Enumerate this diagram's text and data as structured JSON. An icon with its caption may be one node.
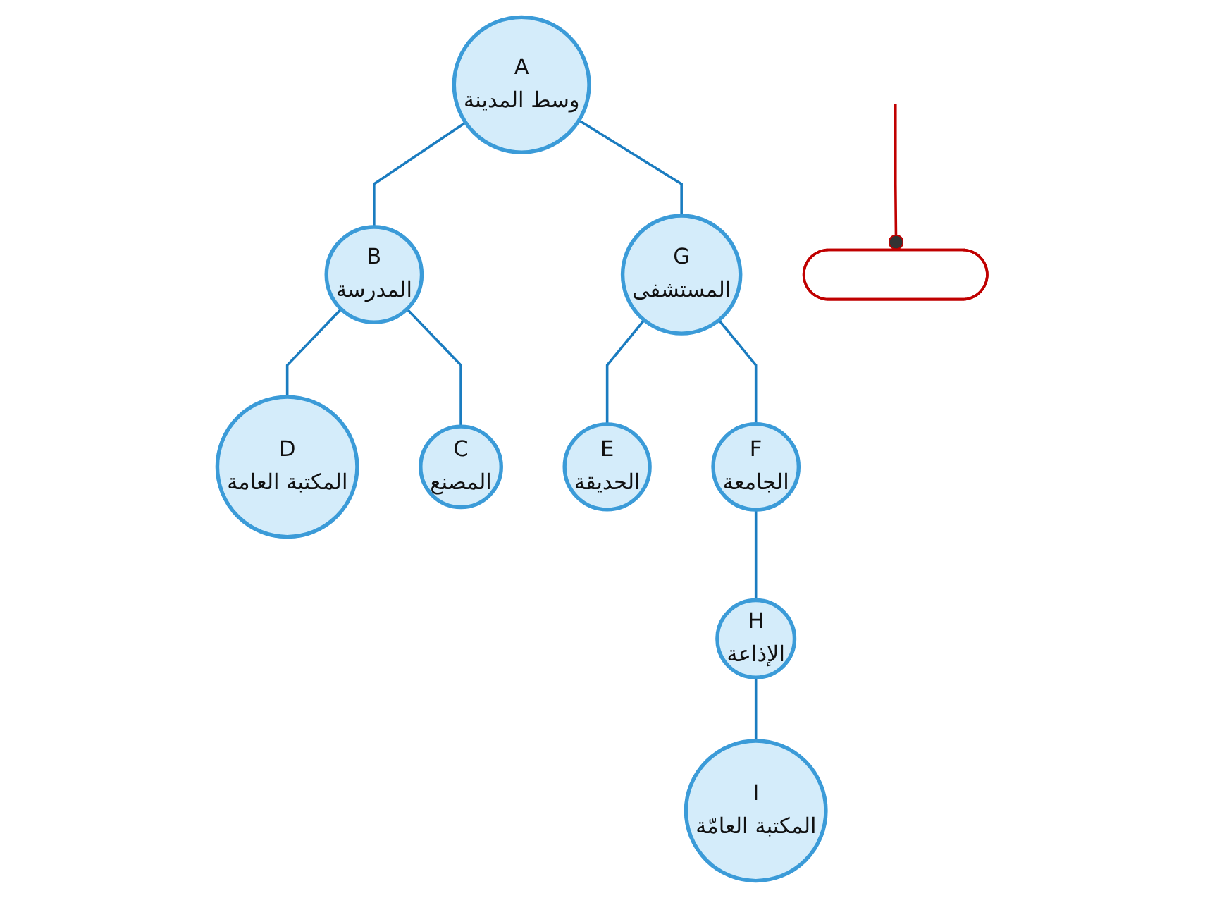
{
  "diagram": {
    "nodes": [
      {
        "text": [
          "A",
          "وسط المدينة"
        ]
      },
      {
        "text": [
          "B",
          "المدرسة"
        ]
      },
      {
        "text": [
          "G",
          "المستشفى"
        ]
      },
      {
        "text": [
          "D",
          "المكتبة العامة"
        ]
      },
      {
        "text": [
          "C",
          "المصنع"
        ]
      },
      {
        "text": [
          "E",
          "الحديقة"
        ]
      },
      {
        "text": [
          "F",
          "الجامعة"
        ]
      },
      {
        "text": [
          "H",
          "الإذاعة"
        ]
      },
      {
        "text": [
          "I",
          "المكتبة العامّة"
        ]
      },
      {
        "text": [],
        "shape": "ellipse"
      }
    ],
    "edges": [
      {
        "from": 0,
        "to": 1,
        "arrow": "none"
      },
      {
        "from": 0,
        "to": 2,
        "arrow": "none"
      },
      {
        "from": 1,
        "to": 3,
        "arrow": "none"
      },
      {
        "from": 1,
        "to": 4,
        "arrow": "none"
      },
      {
        "from": 2,
        "to": 5,
        "arrow": "none"
      },
      {
        "from": 2,
        "to": 6,
        "arrow": "none"
      },
      {
        "from": 6,
        "to": 7,
        "arrow": "none"
      },
      {
        "from": 7,
        "to": 8,
        "arrow": "none"
      },
      {
        "from": 9,
        "to": null,
        "arrow": "other",
        "color": "#c00000"
      }
    ]
  }
}
